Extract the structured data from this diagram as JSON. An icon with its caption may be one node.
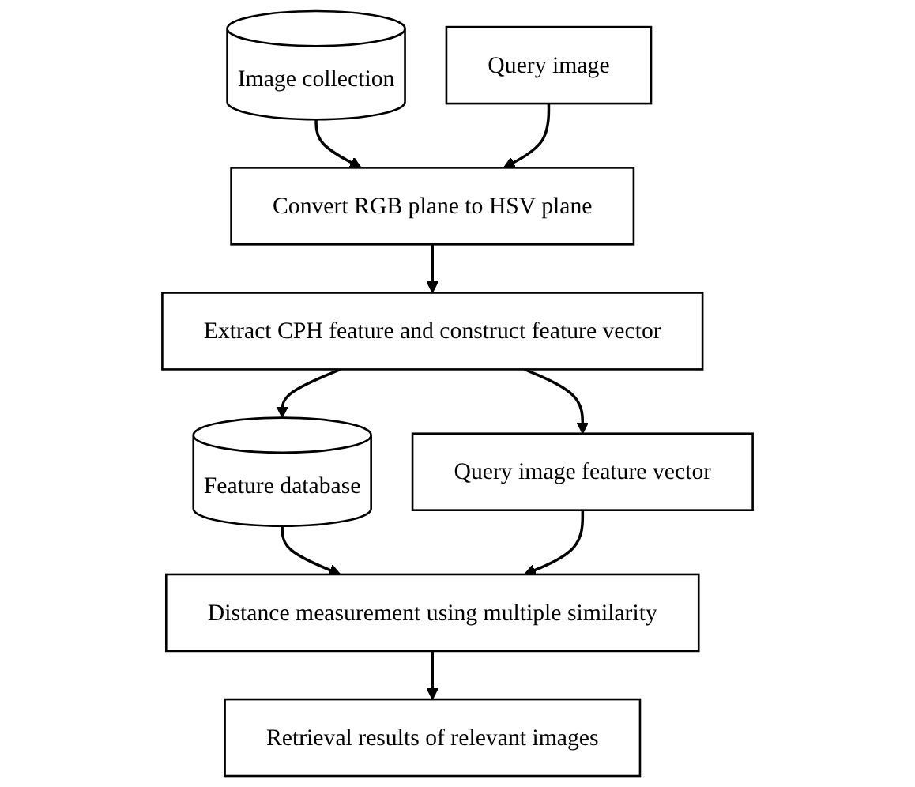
{
  "diagram": {
    "nodes": [
      {
        "text": [
          "Image collection"
        ]
      },
      {
        "text": [
          "Query image"
        ]
      },
      {
        "text": [
          "Convert RGB plane to HSV plane"
        ]
      },
      {
        "text": [
          "Extract CPH feature and construct feature vector"
        ]
      },
      {
        "text": [
          "Feature database"
        ]
      },
      {
        "text": [
          "Query image feature vector"
        ]
      },
      {
        "text": [
          "Distance measurement using multiple similarity"
        ]
      },
      {
        "text": [
          "Retrieval results of relevant images"
        ]
      }
    ],
    "edges": [
      {
        "from": 0,
        "to": 2,
        "arrow": "to"
      },
      {
        "from": 1,
        "to": 2,
        "arrow": "to"
      },
      {
        "from": 2,
        "to": 3,
        "arrow": "to"
      },
      {
        "from": 3,
        "to": 4,
        "arrow": "to"
      },
      {
        "from": 3,
        "to": 5,
        "arrow": "to"
      },
      {
        "from": 4,
        "to": 6,
        "arrow": "to"
      },
      {
        "from": 5,
        "to": 6,
        "arrow": "to"
      },
      {
        "from": 6,
        "to": 7,
        "arrow": "to"
      }
    ]
  }
}
